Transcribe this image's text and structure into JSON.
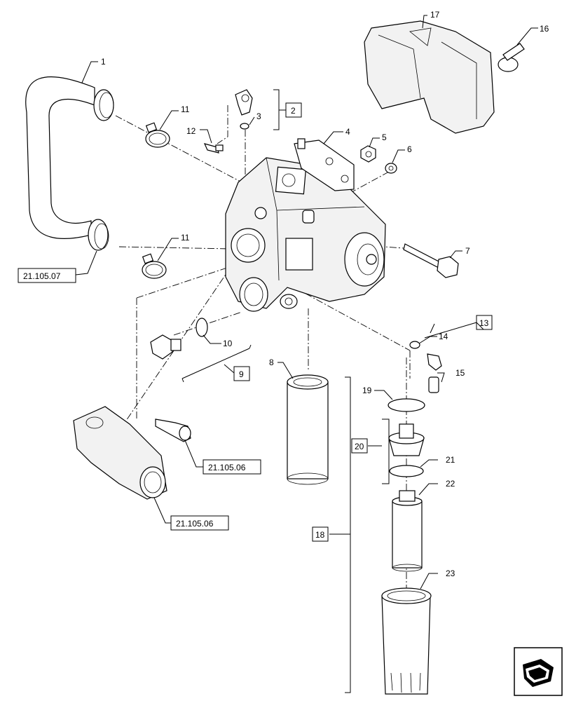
{
  "callouts": {
    "c1": "1",
    "c2": "2",
    "c3": "3",
    "c4": "4",
    "c5": "5",
    "c6": "6",
    "c7": "7",
    "c8": "8",
    "c9": "9",
    "c10": "10",
    "c11a": "11",
    "c11b": "11",
    "c12": "12",
    "c13": "13",
    "c14": "14",
    "c15": "15",
    "c16": "16",
    "c17": "17",
    "c18": "18",
    "c19": "19",
    "c20": "20",
    "c21": "21",
    "c22": "22",
    "c23": "23"
  },
  "references": {
    "ref_hose": "21.105.07",
    "ref_sensor": "21.105.06",
    "ref_elbow": "21.105.06"
  },
  "nav_icon": "next-page-arrow-icon"
}
